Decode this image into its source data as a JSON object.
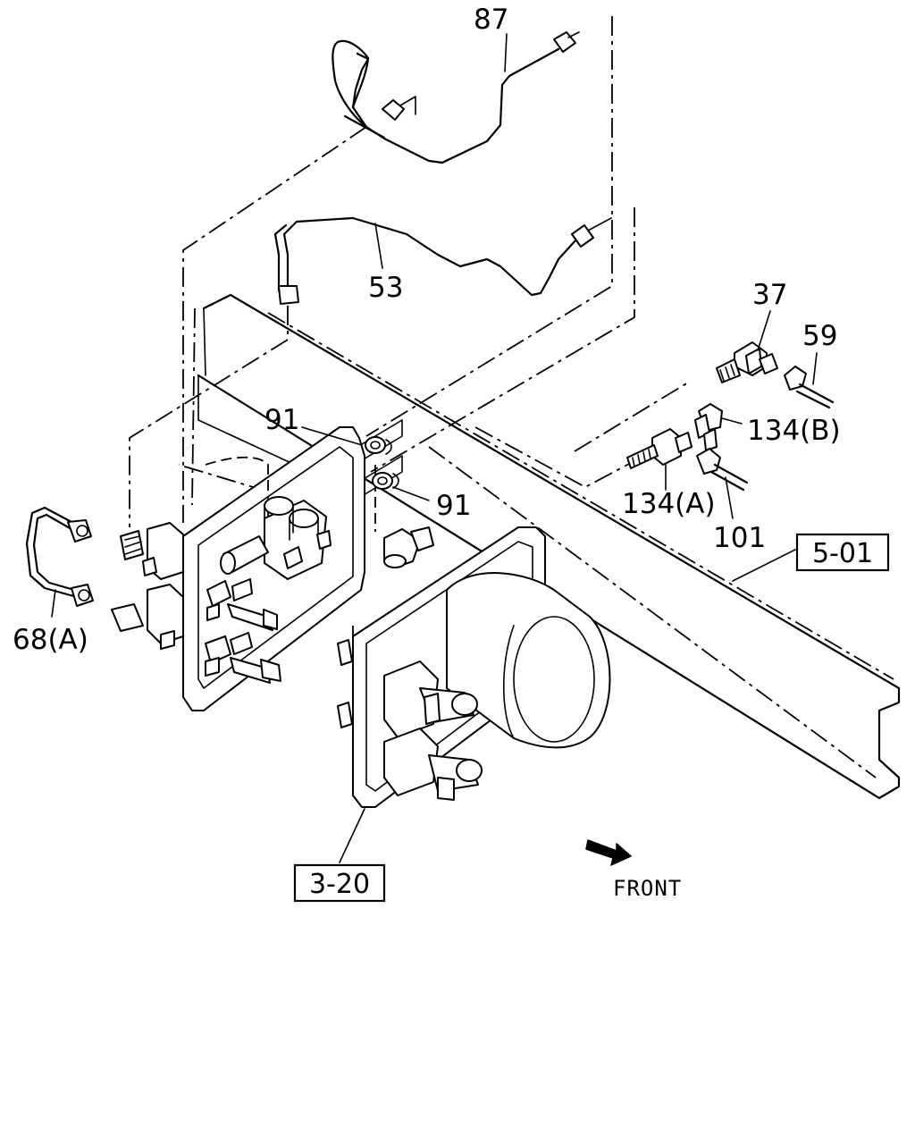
{
  "labels": {
    "p87": "87",
    "p53": "53",
    "p37": "37",
    "p59": "59",
    "p91a": "91",
    "p91b": "91",
    "p134b": "134(B)",
    "p134a": "134(A)",
    "p101": "101",
    "p68a": "68(A)"
  },
  "references": {
    "r501": "5-01",
    "r320": "3-20"
  },
  "direction": {
    "front": "FRONT"
  }
}
